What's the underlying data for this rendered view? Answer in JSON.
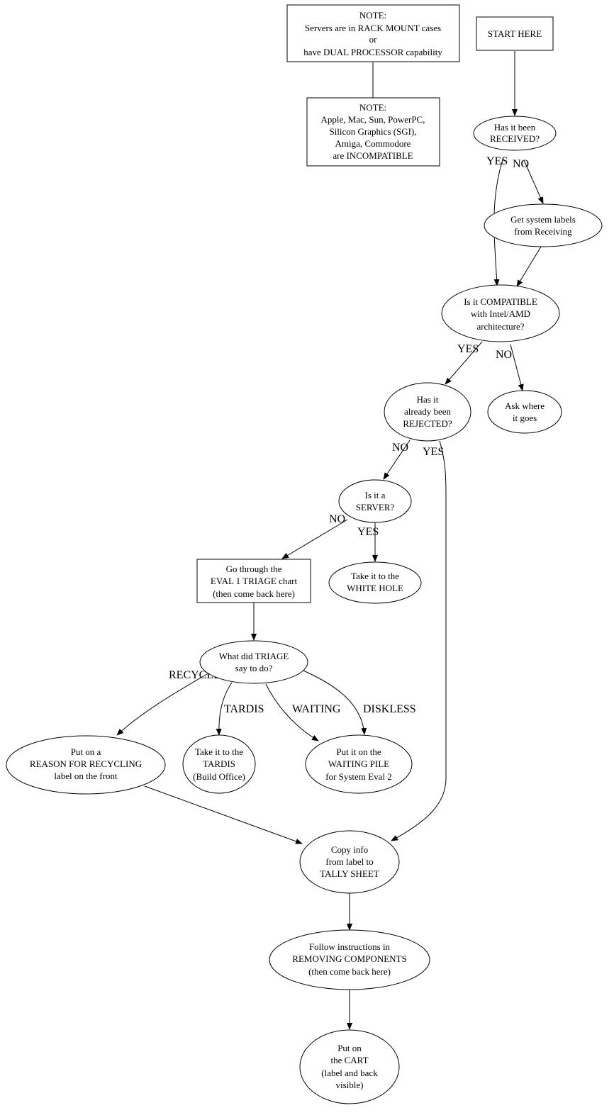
{
  "nodes": {
    "note_servers": {
      "lines": [
        "NOTE:",
        "Servers are in RACK MOUNT cases",
        "or",
        "have DUAL PROCESSOR capability"
      ]
    },
    "note_incompatible": {
      "lines": [
        "NOTE:",
        "Apple, Mac, Sun, PowerPC,",
        "Silicon Graphics (SGI),",
        "Amiga, Commodore",
        "are INCOMPATIBLE"
      ]
    },
    "start": {
      "lines": [
        "START HERE"
      ]
    },
    "received": {
      "lines": [
        "Has it been",
        "RECEIVED?"
      ]
    },
    "get_labels": {
      "lines": [
        "Get system labels",
        "from Receiving"
      ]
    },
    "compatible": {
      "lines": [
        "Is it COMPATIBLE",
        "with Intel/AMD",
        "architecture?"
      ]
    },
    "ask_where": {
      "lines": [
        "Ask where",
        "it goes"
      ]
    },
    "rejected": {
      "lines": [
        "Has it",
        "already been",
        "REJECTED?"
      ]
    },
    "server": {
      "lines": [
        "Is it a",
        "SERVER?"
      ]
    },
    "eval_triage": {
      "lines": [
        "Go through the",
        "EVAL 1 TRIAGE chart",
        "(then come back here)"
      ]
    },
    "white_hole": {
      "lines": [
        "Take it to the",
        "WHITE HOLE"
      ]
    },
    "triage_say": {
      "lines": [
        "What did TRIAGE",
        "say to do?"
      ]
    },
    "recycling_label": {
      "lines": [
        "Put on a",
        "REASON FOR RECYCLING",
        "label on the front"
      ]
    },
    "tardis": {
      "lines": [
        "Take it to the",
        "TARDIS",
        "(Build Office)"
      ]
    },
    "waiting_pile": {
      "lines": [
        "Put it on the",
        "WAITING PILE",
        "for System Eval 2"
      ]
    },
    "tally": {
      "lines": [
        "Copy info",
        "from label to",
        "TALLY SHEET"
      ]
    },
    "removing": {
      "lines": [
        "Follow instructions in",
        "REMOVING COMPONENTS",
        "(then come back here)"
      ]
    },
    "cart": {
      "lines": [
        "Put on",
        "the CART",
        "(label and back",
        "visible)"
      ]
    }
  },
  "edge_labels": {
    "received_yes": "YES",
    "received_no": "NO",
    "compatible_yes": "YES",
    "compatible_no": "NO",
    "rejected_no": "NO",
    "rejected_yes": "YES",
    "server_no": "NO",
    "server_yes": "YES",
    "triage_recycle": "RECYCLE",
    "triage_tardis": "TARDIS",
    "triage_waiting": "WAITING",
    "triage_diskless": "DISKLESS"
  }
}
